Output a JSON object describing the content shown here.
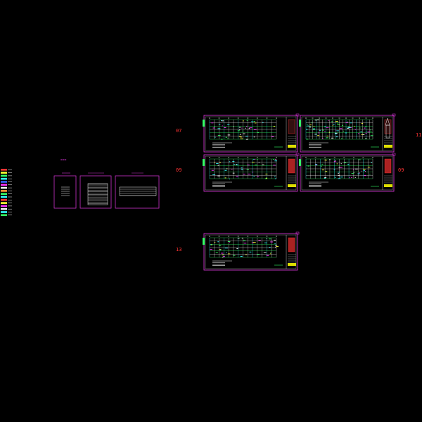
{
  "colors": {
    "background": "#000000",
    "sheet_border": "#cc33cc",
    "sheet_label": "#ff3333",
    "cad_lines": "#f2f2f2",
    "cad_accent_cyan": "#33ffff",
    "cad_accent_green": "#33ff66",
    "cad_accent_yellow": "#ffff33",
    "cad_accent_red": "#ff3333",
    "cad_accent_magenta": "#ff33ff",
    "title_block_yellow": "#dddd00"
  },
  "sheet_labels": {
    "top_left": "07",
    "top_right": "11",
    "middle_left": "09",
    "middle_right": "09",
    "bottom_left": "13"
  },
  "legend": {
    "swatches": [
      "#ff3333",
      "#ffff33",
      "#33ff66",
      "#33ffff",
      "#3366ff",
      "#ff33ff",
      "#f2f2f2",
      "#ff9933",
      "#33ff66",
      "#33ffff",
      "#ff3333",
      "#ffff33",
      "#ff33ff",
      "#f2f2f2",
      "#33ffff",
      "#33ff66"
    ]
  }
}
